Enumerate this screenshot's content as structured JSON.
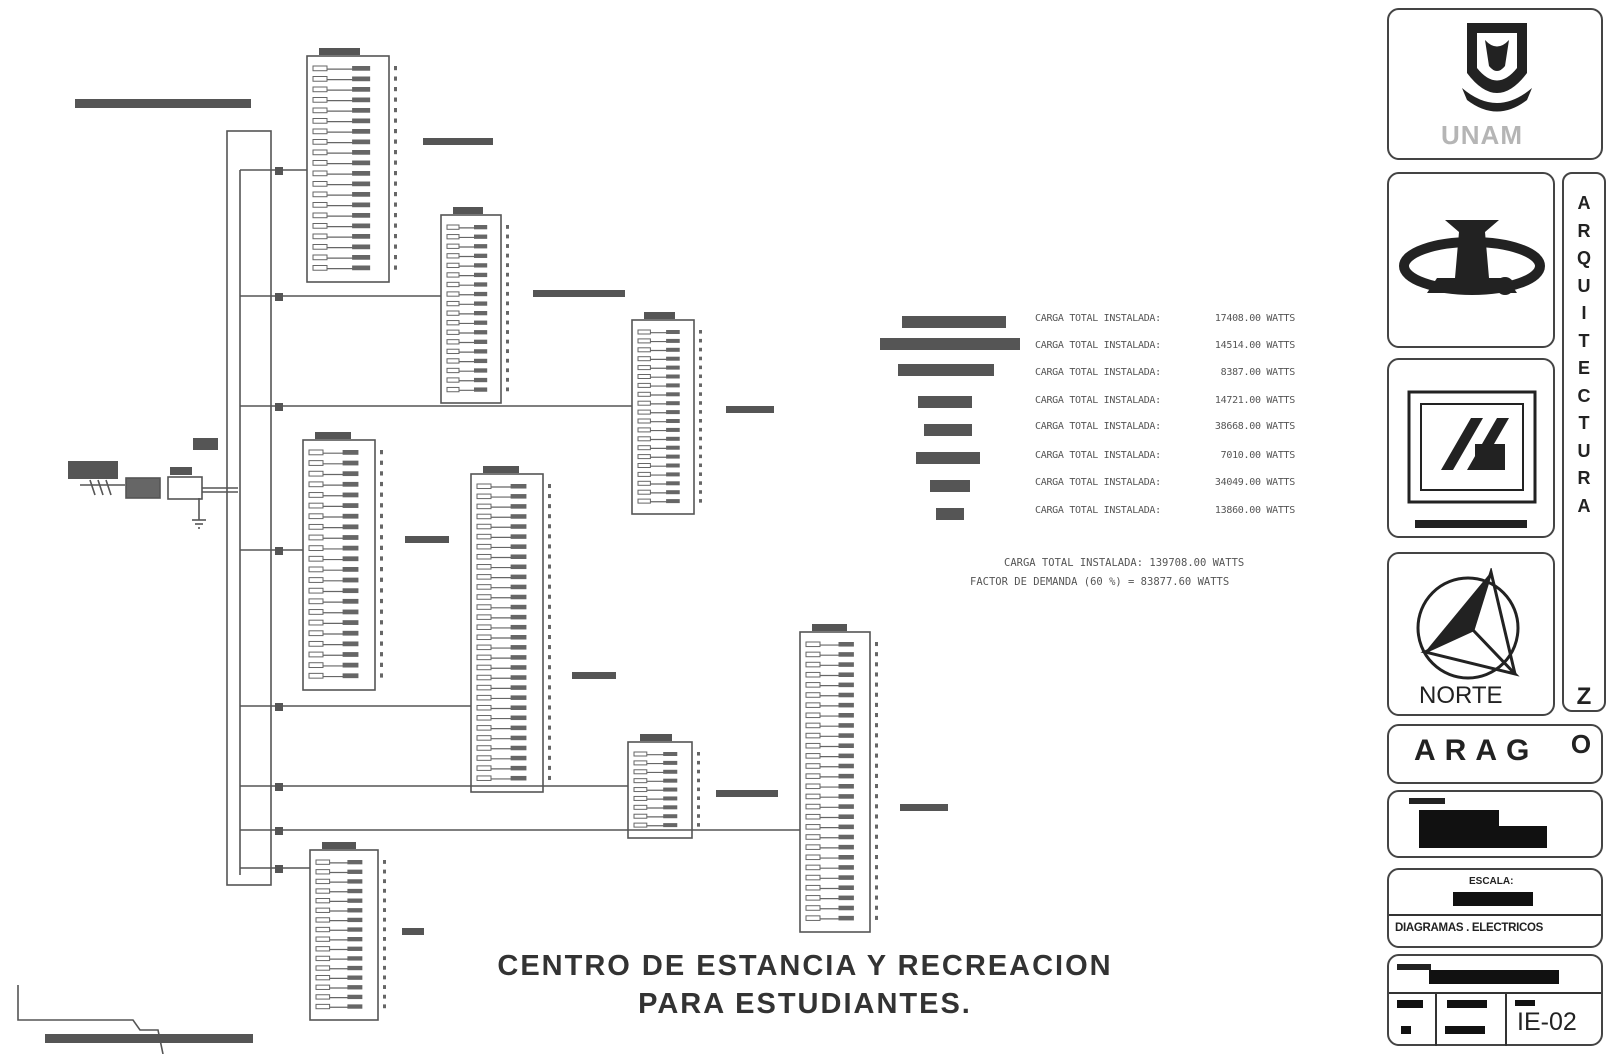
{
  "title": {
    "line1": "CENTRO DE ESTANCIA Y RECREACION",
    "line2": "PARA ESTUDIANTES."
  },
  "loads": [
    {
      "label": "CARGA TOTAL INSTALADA:",
      "value": "17408.00 WATTS"
    },
    {
      "label": "CARGA TOTAL INSTALADA:",
      "value": "14514.00 WATTS"
    },
    {
      "label": "CARGA TOTAL INSTALADA:",
      "value": "8387.00 WATTS"
    },
    {
      "label": "CARGA TOTAL INSTALADA:",
      "value": "14721.00 WATTS"
    },
    {
      "label": "CARGA TOTAL INSTALADA:",
      "value": "38668.00 WATTS"
    },
    {
      "label": "CARGA TOTAL INSTALADA:",
      "value": "7010.00 WATTS"
    },
    {
      "label": "CARGA TOTAL INSTALADA:",
      "value": "34049.00 WATTS"
    },
    {
      "label": "CARGA TOTAL INSTALADA:",
      "value": "13860.00 WATTS"
    }
  ],
  "totals": {
    "installed": "CARGA TOTAL INSTALADA:   139708.00 WATTS",
    "demand": "FACTOR DE DEMANDA (60 %) =  83877.60 WATTS"
  },
  "title_block": {
    "university": "UNAM",
    "career_vertical": "ARQUITECTURA",
    "campus_letter_z": "Z",
    "campus_letter_o": "O",
    "campus": "ARAG",
    "north": "NORTE",
    "scale_label": "ESCALA:",
    "drawing_name": "DIAGRAMAS . ELECTRICOS",
    "sheet": "IE-02"
  },
  "icons": [
    "unam-shield-logo",
    "fes-aragon-logo",
    "architecture-logo",
    "north-arrow-icon"
  ]
}
